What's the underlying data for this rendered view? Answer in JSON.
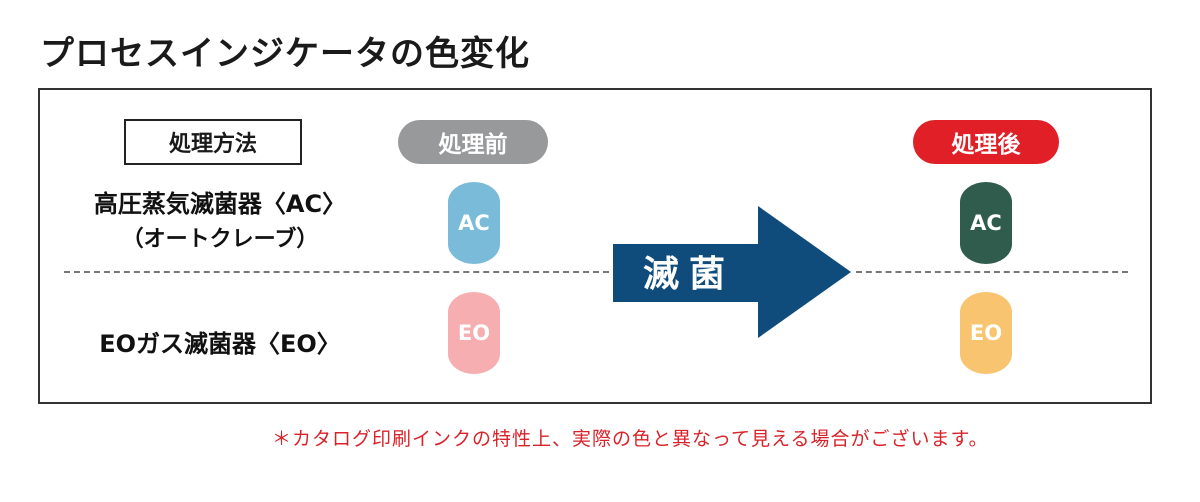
{
  "title": "プロセスインジケータの色変化",
  "method_header": "処理方法",
  "before_label": "処理前",
  "after_label": "処理後",
  "rows": [
    {
      "name": "高圧蒸気滅菌器〈AC〉",
      "sub": "（オートクレーブ）",
      "code": "AC",
      "before_color": "#79bbd9",
      "after_color": "#2f5c4c"
    },
    {
      "name": "EOガス滅菌器〈EO〉",
      "code": "EO",
      "before_color": "#f6aeb0",
      "after_color": "#f8c46f"
    }
  ],
  "arrow_label": "滅菌",
  "arrow_color": "#0f4c7b",
  "note": "＊カタログ印刷インクの特性上、実際の色と異なって見える場合がございます。"
}
